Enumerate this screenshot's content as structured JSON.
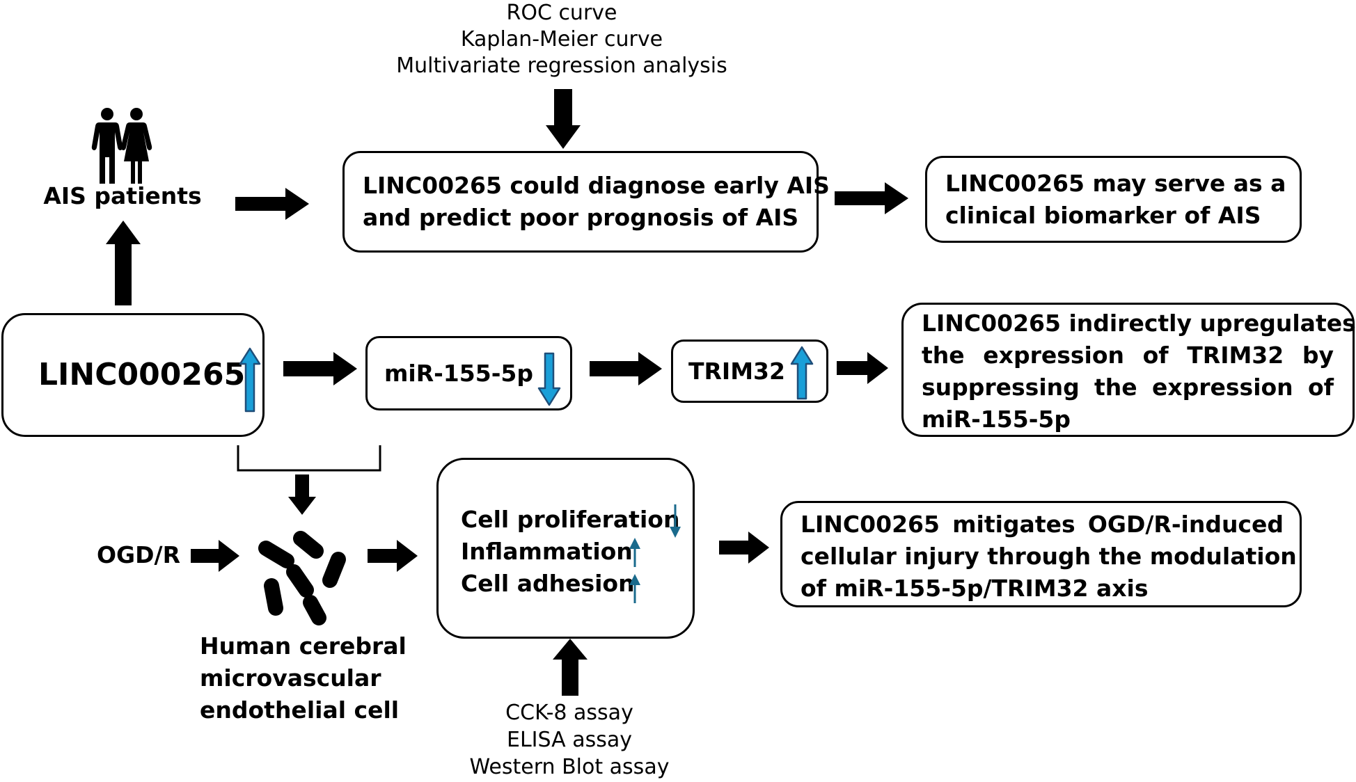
{
  "methods_top": [
    "ROC curve",
    "Kaplan-Meier curve",
    "Multivariate regression analysis"
  ],
  "patients": {
    "label": "AIS patients",
    "icon": "people-couple-icon"
  },
  "diagnose_box": {
    "lines": [
      "LINC00265 could diagnose early AIS",
      "and predict poor prognosis of AIS"
    ]
  },
  "biomarker_box": {
    "lines": [
      "LINC00265 may serve as a",
      "clinical biomarker of AIS"
    ]
  },
  "linc_box": {
    "label": "LINC000265",
    "trend": "up"
  },
  "mir_box": {
    "label": "miR-155-5p",
    "trend": "down"
  },
  "trim_box": {
    "label": "TRIM32",
    "trend": "up"
  },
  "indirect_box": {
    "lines": [
      "LINC00265 indirectly upregulates",
      "the expression of TRIM32 by",
      "suppressing the expression of",
      "miR-155-5p"
    ]
  },
  "ogdr": {
    "label": "OGD/R"
  },
  "cells": {
    "icon": "endothelial-cells-icon",
    "lines": [
      "Human cerebral",
      "microvascular",
      "endothelial cell"
    ]
  },
  "effects_box": {
    "items": [
      {
        "label": "Cell proliferation",
        "trend": "down"
      },
      {
        "label": "Inflammation",
        "trend": "up"
      },
      {
        "label": "Cell adhesion",
        "trend": "up"
      }
    ]
  },
  "methods_bottom": [
    "CCK-8 assay",
    "ELISA assay",
    "Western Blot assay"
  ],
  "mitigates_box": {
    "lines": [
      "LINC00265 mitigates OGD/R-induced",
      "cellular injury through the modulation",
      "of miR-155-5p/TRIM32 axis"
    ]
  },
  "colors": {
    "trend_fill": "#1a9fd8",
    "trend_stroke": "#1f4e79",
    "small_trend": "#1a6a8c",
    "arrow": "#000000"
  }
}
